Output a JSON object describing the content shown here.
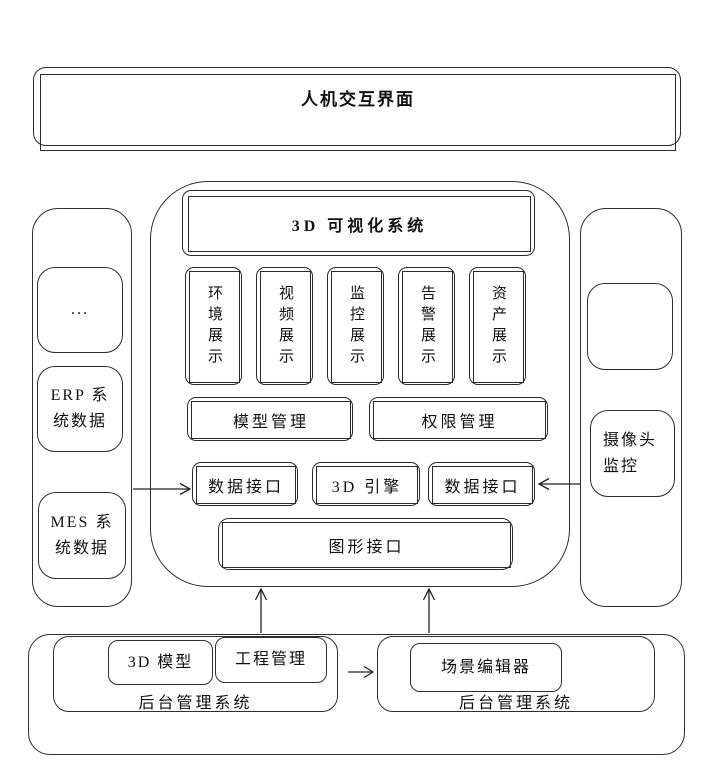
{
  "top": {
    "title": "人机交互界面"
  },
  "center": {
    "title": "3D 可视化系统",
    "display_modules": [
      "环境展示",
      "视频展示",
      "监控展示",
      "告警展示",
      "资产展示"
    ],
    "mgmt": [
      "模型管理",
      "权限管理"
    ],
    "interfaces": [
      "数据接口",
      "3D 引擎",
      "数据接口"
    ],
    "graphics_interface": "图形接口"
  },
  "left_panel": {
    "more": "...",
    "erp": "ERP 系统数据",
    "mes": "MES 系统数据"
  },
  "right_panel": {
    "camera": "摄像头监控"
  },
  "bottom": {
    "group1": {
      "box1": "3D 模型",
      "box2": "工程管理",
      "label": "后台管理系统"
    },
    "group2": {
      "box1": "场景编辑器",
      "label": "后台管理系统"
    }
  },
  "colors": {
    "line": "#2e2e2e",
    "background": "#ffffff",
    "text": "#111111"
  }
}
